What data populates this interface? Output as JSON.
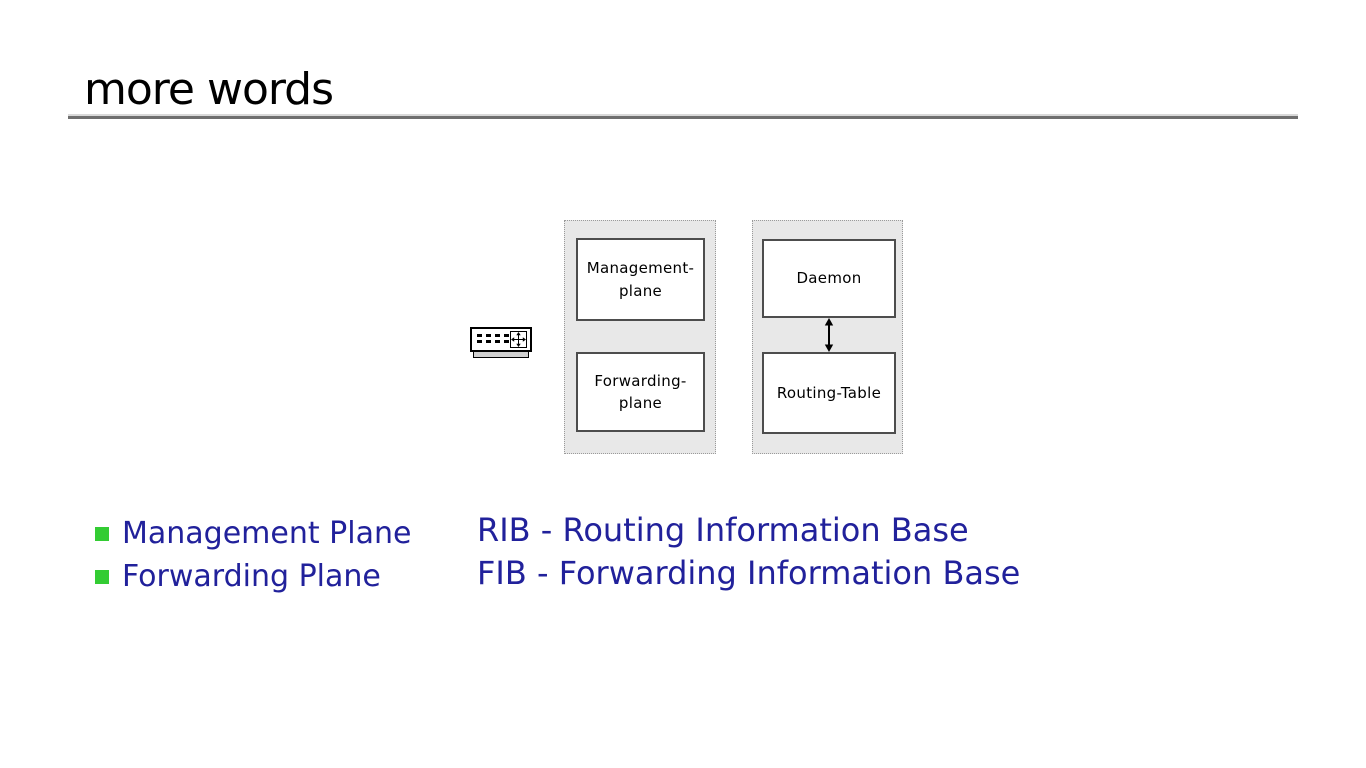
{
  "slide": {
    "title": "more words"
  },
  "diagram": {
    "router_icon": "router-switch-device",
    "left_group": {
      "boxes": [
        {
          "label": "Management-\nplane"
        },
        {
          "label": "Forwarding-\nplane"
        }
      ]
    },
    "right_group": {
      "boxes": [
        {
          "label": "Daemon"
        },
        {
          "label": "Routing-Table"
        }
      ],
      "connector_icon": "double-vertical-arrow"
    }
  },
  "bullets": [
    {
      "label": "Management Plane"
    },
    {
      "label": "Forwarding Plane"
    }
  ],
  "definitions": [
    {
      "label": "RIB - Routing Information Base"
    },
    {
      "label": "FIB - Forwarding Information Base"
    }
  ],
  "colors": {
    "text_navy": "#21219b",
    "bullet_green": "#33cc33",
    "divider_dark": "#6f6f6f",
    "divider_light": "#d9d9d9",
    "group_fill": "#e8e8e8",
    "node_border": "#4d4d4d"
  }
}
